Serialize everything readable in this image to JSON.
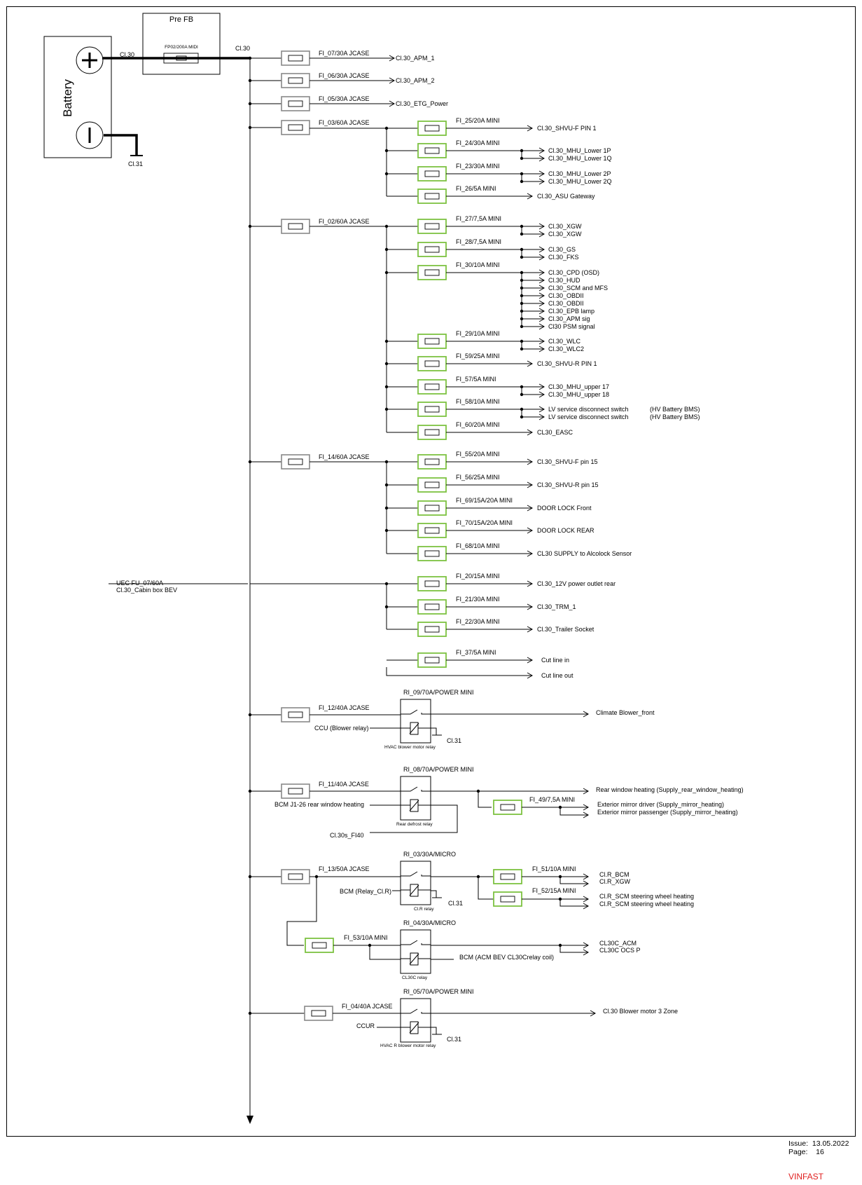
{
  "prefb_title": "Pre FB",
  "battery_label": "Battery",
  "main_fuse_label": "FP02/200A MIDI",
  "cl30_left": "Cl.30",
  "cl30_right": "Cl.30",
  "ground_label": "Cl.31",
  "jcase": [
    {
      "label": "FI_07/30A JCASE",
      "out": "Cl.30_APM_1"
    },
    {
      "label": "FI_06/30A JCASE",
      "out": "Cl.30_APM_2"
    },
    {
      "label": "FI_05/30A JCASE",
      "out": "Cl.30_ETG_Power"
    },
    {
      "label": "FI_03/60A JCASE"
    },
    {
      "label": "FI_02/60A JCASE"
    },
    {
      "label": "FI_14/60A JCASE"
    }
  ],
  "mini": [
    {
      "label": "FI_25/20A MINI",
      "outs": [
        "Cl.30_SHVU-F PIN 1"
      ]
    },
    {
      "label": "FI_24/30A MINI",
      "outs": [
        "Cl.30_MHU_Lower 1P",
        "Cl.30_MHU_Lower 1Q"
      ]
    },
    {
      "label": "FI_23/30A MINI",
      "outs": [
        "Cl.30_MHU_Lower 2P",
        "Cl.30_MHU_Lower 2Q"
      ]
    },
    {
      "label": "FI_26/5A MINI",
      "outs": [
        "Cl.30_ASU Gateway"
      ]
    },
    {
      "label": "FI_27/7,5A MINI",
      "outs": [
        "Cl.30_XGW",
        "Cl.30_XGW"
      ]
    },
    {
      "label": "FI_28/7,5A MINI",
      "outs": [
        "Cl.30_GS",
        "Cl.30_FKS"
      ]
    },
    {
      "label": "FI_30/10A MINI",
      "outs": [
        "Cl.30_CPD (OSD)",
        "Cl.30_HUD",
        "Cl.30_SCM and MFS",
        "Cl.30_OBDII",
        "Cl.30_OBDII",
        "Cl.30_EPB lamp",
        "Cl.30_APM sig",
        "Cl30 PSM signal"
      ]
    },
    {
      "label": "FI_29/10A MINI",
      "outs": [
        "Cl.30_WLC",
        "Cl.30_WLC2"
      ]
    },
    {
      "label": "FI_59/25A MINI",
      "outs": [
        "Cl.30_SHVU-R PIN 1"
      ]
    },
    {
      "label": "FI_57/5A MINI",
      "outs": [
        "Cl.30_MHU_upper 17",
        "Cl.30_MHU_upper 18"
      ]
    },
    {
      "label": "FI_58/10A MINI",
      "outs": [
        "LV service disconnect switch",
        "LV service disconnect switch"
      ],
      "notes": [
        "(HV Battery BMS)",
        "(HV Battery BMS)"
      ]
    },
    {
      "label": "FI_60/20A MINI",
      "outs": [
        "CL30_EASC"
      ]
    },
    {
      "label": "FI_55/20A MINI",
      "outs": [
        "Cl.30_SHVU-F pin 15"
      ]
    },
    {
      "label": "FI_56/25A MINI",
      "outs": [
        "Cl.30_SHVU-R pin 15"
      ]
    },
    {
      "label": "FI_69/15A/20A MINI",
      "outs": [
        "DOOR LOCK Front"
      ]
    },
    {
      "label": "FI_70/15A/20A MINI",
      "outs": [
        "DOOR LOCK REAR"
      ]
    },
    {
      "label": "FI_68/10A MINI",
      "outs": [
        "CL30 SUPPLY to Alcolock Sensor"
      ]
    },
    {
      "label": "FI_20/15A MINI",
      "outs": [
        "Cl.30_12V power outlet rear"
      ]
    },
    {
      "label": "FI_21/30A MINI",
      "outs": [
        "Cl.30_TRM_1"
      ]
    },
    {
      "label": "FI_22/30A MINI",
      "outs": [
        "Cl.30_Trailer Socket"
      ]
    },
    {
      "label": "FI_37/5A MINI",
      "outs": [
        "Cut line in",
        "Cut line out"
      ]
    }
  ],
  "uec": {
    "line1": "UEC FU_07/60A",
    "line2": "Cl.30_Cabin box BEV"
  },
  "relay1": {
    "fuse": "FI_12/40A JCASE",
    "relay": "RI_09/70A/POWER MINI",
    "caption": "HVAC blower motor relay",
    "ctrl": "CCU (Blower relay)",
    "out": "Climate Blower_front",
    "gnd": "Cl.31"
  },
  "relay2": {
    "fuse": "FI_11/40A JCASE",
    "relay": "RI_08/70A/POWER MINI",
    "caption": "Rear defrost relay",
    "ctrl": "BCM J1-26 rear window heating",
    "ctrl2": "Cl.30s_FI40",
    "out": "Rear window heating (Supply_rear_window_heating)",
    "fuse2": "FI_49/7,5A MINI",
    "out2": "Exterior mirror driver (Supply_mirror_heating)",
    "out3": "Exterior mirror passenger (Supply_mirror_heating)"
  },
  "relay3": {
    "fuse": "FI_13/50A JCASE",
    "relay": "RI_03/30A/MICRO",
    "caption": "Cl.R relay",
    "ctrl": "BCM (Relay_Cl.R)",
    "gnd": "Cl.31",
    "fuse_a": "FI_51/10A MINI",
    "outs_a": [
      "Cl.R_BCM",
      "Cl.R_XGW"
    ],
    "fuse_b": "FI_52/15A MINI",
    "outs_b": [
      "Cl.R_SCM steering wheel heating",
      "Cl.R_SCM steering wheel heating"
    ]
  },
  "relay4": {
    "fuse": "FI_53/10A MINI",
    "relay": "RI_04/30A/MICRO",
    "caption": "CL30C relay",
    "ctrl": "BCM (ACM BEV CL30Crelay coil)",
    "outs": [
      "CL30C_ACM",
      "CL30C OCS P"
    ]
  },
  "relay5": {
    "fuse": "FI_04/40A JCASE",
    "relay": "RI_05/70A/POWER MINI",
    "caption": "HVAC R blower motor relay",
    "ctrl": "CCUR",
    "out": "Cl.30 Blower motor 3 Zone",
    "gnd": "Cl.31"
  },
  "footer": {
    "issue_label": "Issue:",
    "issue_date": "13.05.2022",
    "page_label": "Page:",
    "page_num": "16",
    "brand": "VINFAST"
  },
  "colors": {
    "jcase_fuse": "#888888",
    "mini_fuse": "#7dc242",
    "brand": "#e02020"
  }
}
